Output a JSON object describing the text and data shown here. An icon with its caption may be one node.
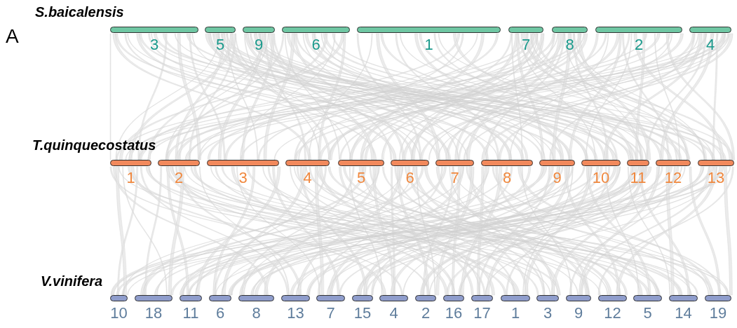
{
  "diagram": {
    "nodes": [
      {
        "text": [
          "3"
        ]
      },
      {
        "text": [
          "5"
        ]
      },
      {
        "text": [
          "9"
        ]
      },
      {
        "text": [
          "6"
        ]
      },
      {
        "text": [
          "1"
        ]
      },
      {
        "text": [
          "7"
        ]
      },
      {
        "text": [
          "8"
        ]
      },
      {
        "text": [
          "2"
        ]
      },
      {
        "text": [
          "4"
        ]
      },
      {
        "text": [
          "1"
        ]
      },
      {
        "text": [
          "2"
        ]
      },
      {
        "text": [
          "3"
        ]
      },
      {
        "text": [
          "4"
        ]
      },
      {
        "text": [
          "5"
        ]
      },
      {
        "text": [
          "6"
        ]
      },
      {
        "text": [
          "7"
        ]
      },
      {
        "text": [
          "8"
        ]
      },
      {
        "text": [
          "9"
        ]
      },
      {
        "text": [
          "10"
        ]
      },
      {
        "text": [
          "11"
        ]
      },
      {
        "text": [
          "12"
        ]
      },
      {
        "text": [
          "13"
        ]
      },
      {
        "text": [
          "10"
        ]
      },
      {
        "text": [
          "18"
        ]
      },
      {
        "text": [
          "11"
        ]
      },
      {
        "text": [
          "6"
        ]
      },
      {
        "text": [
          "8"
        ]
      },
      {
        "text": [
          "13"
        ]
      },
      {
        "text": [
          "7"
        ]
      },
      {
        "text": [
          "15"
        ]
      },
      {
        "text": [
          "4"
        ]
      },
      {
        "text": [
          "2"
        ]
      },
      {
        "text": [
          "16"
        ]
      },
      {
        "text": [
          "17"
        ]
      },
      {
        "text": [
          "1"
        ]
      },
      {
        "text": [
          "3"
        ]
      },
      {
        "text": [
          "9"
        ]
      },
      {
        "text": [
          "12"
        ]
      },
      {
        "text": [
          "5"
        ]
      },
      {
        "text": [
          "14"
        ]
      },
      {
        "text": [
          "19"
        ]
      }
    ],
    "labels": [
      "A",
      "S.baicalensis",
      "T.quinquecostatus",
      "V.vinifera"
    ]
  }
}
